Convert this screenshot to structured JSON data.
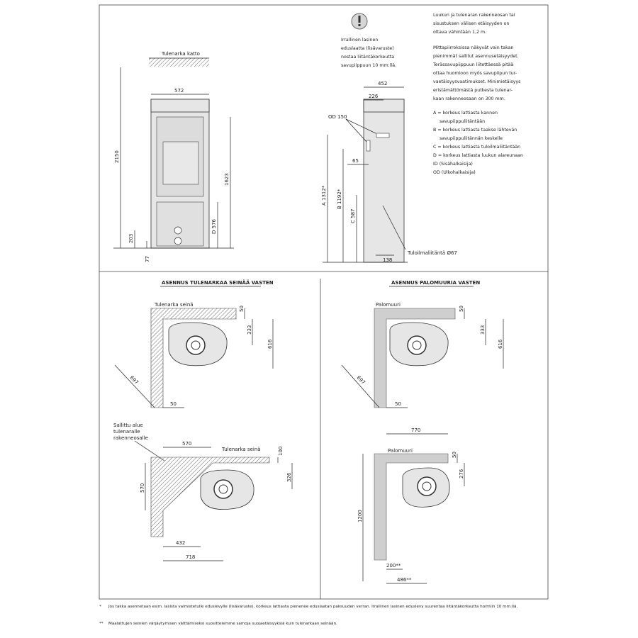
{
  "front_view": {
    "ceiling_label": "Tulenarka katto",
    "width": "572",
    "height_total": "2150",
    "height_1623": "1623",
    "d_label": "D 576",
    "dim_203": "203",
    "dim_77": "77"
  },
  "side_view": {
    "dim_452": "452",
    "dim_226": "226",
    "od_label": "OD 150",
    "dim_65": "65",
    "a_label": "A 1312*",
    "b_label": "B 1192*",
    "c_label": "C 587",
    "dim_138": "138",
    "air_inlet": "Tuloilmaliitäntä Ø67"
  },
  "warning": {
    "icon": "exclamation-icon",
    "text": [
      "Irrallinen lasinen",
      "eduslaatta (lisävaruste)",
      "nostaa liitäntäkorkeutta",
      "savupiippuun 10 mm:llä."
    ]
  },
  "notes": {
    "distance": [
      "Luukun ja tulenaran rakenneosan tai",
      "sisustuksen välisen etäisyyden on",
      "oltava vähintään 1,2 m."
    ],
    "min_distances": [
      "Mittapiirroksissa näkyvät vain takan",
      "pienimmät sallitut asennusetäisyydet.",
      "Terässavupiippuun liitettäessä pitää",
      "ottaa huomioon myös savupiipun tur-",
      "vaetäisyysvaatimukset. Minimietäisyys",
      "eristämättömästä putkesta tulenar-",
      "kaan rakenneosaan on 300 mm."
    ],
    "legend": [
      "A = korkeus lattiasta kannen",
      "savupiippuliitäntään",
      "B =  korkeus lattiasta taakse lähtevän",
      "savupiippuliitännän keskelle",
      "C = korkeus lattiasta tuloilmaliitäntään",
      "D = korkeus lattiasta luukun alareunaan",
      "ID (Sisähalkaisija)",
      "OD (Ulkohalkaisija)"
    ]
  },
  "section_left": {
    "title": "ASENNUS TULENARKAA SEINÄÄ VASTEN",
    "wall_label": "Tulenarka seinä",
    "d50": "50",
    "d333": "333",
    "d616": "616",
    "d697": "697",
    "d50b": "50"
  },
  "section_right": {
    "title": "ASENNUS PALOMUURIA VASTEN",
    "wall_label": "Palomuuri",
    "d50": "50",
    "d333": "333",
    "d616": "616",
    "d697": "697",
    "d50b": "50"
  },
  "corner_left": {
    "area_label": [
      "Sallittu alue",
      "tulenaralle",
      "rakenneosalle"
    ],
    "wall_label": "Tulenarka seinä",
    "d570": "570",
    "d100": "100",
    "d326": "326",
    "d570v": "570",
    "d432": "432",
    "d718": "718"
  },
  "corner_right": {
    "wall_label": "Palomuuri",
    "d770": "770",
    "d50": "50",
    "d276": "276",
    "d1200": "1200",
    "d200": "200**",
    "d486": "486**"
  },
  "footnotes": [
    {
      "mark": "*",
      "text": "Jos takka asennetaan esim. lasista valmistetulle eduslevylle (lisävaruste), korkeus lattiasta pienenee eduslaatan paksuuden verran. Irrallinen lasinen eduslevy suurentaa liitäntäkorkeutta hormiin 10 mm:llä."
    },
    {
      "mark": "**",
      "text": "Maalattujen seinien värjäytymisen välttämiseksi suosittelemme samoja suojaetäisyyksiä kuin tulenarkaan seinään."
    }
  ]
}
